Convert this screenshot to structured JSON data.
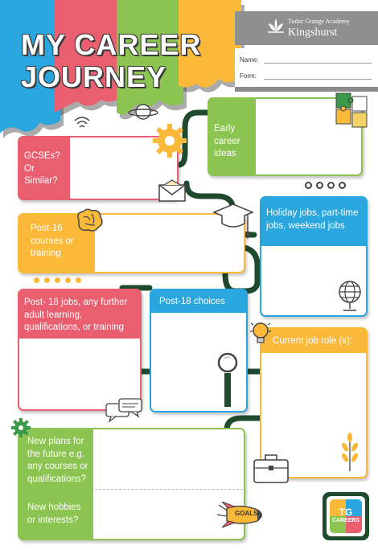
{
  "title": {
    "line1": "MY CAREER",
    "line2": "JOURNEY"
  },
  "academy": {
    "line1": "Tudor Grange Academy",
    "line2": "Kingshurst"
  },
  "form": {
    "name_label": "Name:",
    "form_label": "Form:"
  },
  "boxes": {
    "early_career": "Early career ideas",
    "gcses": "GCSEs? Or Similar?",
    "post16": "Post-16 courses or training",
    "holiday_jobs": "Holiday jobs, part-time jobs, weekend jobs",
    "post18_jobs": "Post- 18 jobs, any further adult learning, qualifications, or training",
    "post18_choices": "Post-18 choices",
    "current_job": "Current job role (s):",
    "new_plans": "New plans for the future e.g. any courses or qualifications?",
    "new_hobbies": "New hobbies or interests?"
  },
  "badge": {
    "line1": "TG",
    "line2": "CAREERS"
  },
  "rocket_text": "GOALS",
  "colors": {
    "blue": "#2aa6df",
    "pink": "#ea5f70",
    "green": "#8cc452",
    "yellow": "#fbb93a",
    "path": "#1f4a2e",
    "grey": "#8f8f8f"
  }
}
